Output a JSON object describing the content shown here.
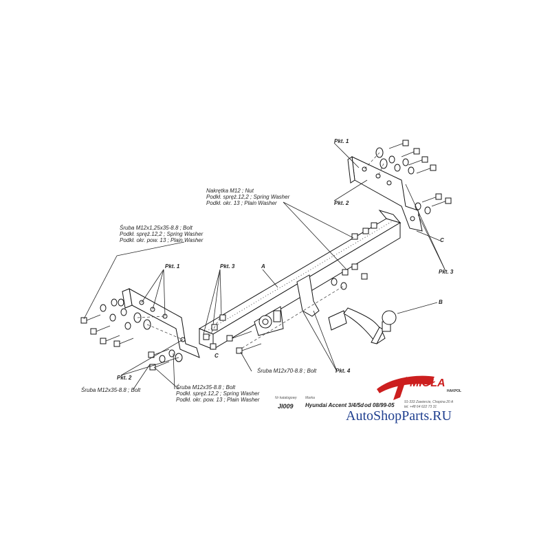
{
  "labels": {
    "pkt1_right": "Pkt. 1",
    "pkt2_right": "Pkt. 2",
    "pkt3_right": "Pkt. 3",
    "c_right": "C",
    "nut_1": "Nakrętka  M12 ; Nut",
    "nut_2": "Podkł. spręż.12,2 ; Spring Washer",
    "nut_3": "Podkł. okr. 13 ; Plain Washer",
    "bolt_left_1": "Śruba M12x1,25x35-8.8 ;  Bolt",
    "bolt_left_2": "Podkł. spręż.12,2 ; Spring Washer",
    "bolt_left_3": "Podkł. okr. pow. 13 ; Plain Washer",
    "pkt1_left": "Pkt. 1",
    "pkt3_left": "Pkt. 3",
    "a": "A",
    "b": "B",
    "c_left": "C",
    "pkt2_left": "Pkt. 2",
    "bolt_small": "Śruba M12x35-8.8 ;  Bolt",
    "bolt_mid_1": "Śruba M12x35-8.8 ;  Bolt",
    "bolt_mid_2": "Podkł. spręż.12,2 ; Spring Washer",
    "bolt_mid_3": "Podkł. okr. pow. 13 ; Plain Washer",
    "bolt_long": "Śruba M12x70-8.8 ;  Bolt",
    "pkt4": "Pkt. 4"
  },
  "title_block": {
    "catalog_header": "Nr katalogowy",
    "catalog_value": "JI009",
    "brand_header": "Marka",
    "model_value": "Hyundai Accent 3/4/5d",
    "from_value": "od  08/99-05"
  },
  "logo": {
    "name": "MIOŁA",
    "sub": "HAKPOL",
    "address_1": "91-333 Zawiercie, Chopina 20 A",
    "address_2": "tel. +48 64 622 73 31"
  },
  "watermark": "AutoShopParts.RU",
  "colors": {
    "ink": "#222222",
    "logo_red": "#cc1f1f",
    "watermark_blue": "#1f3f8f"
  }
}
